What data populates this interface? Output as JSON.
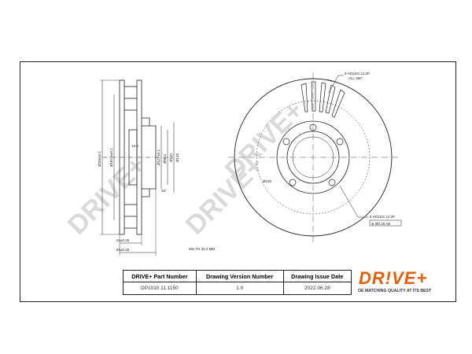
{
  "watermark": "DRIVE+",
  "side_view": {
    "dim_outer_dia": "Ø256±0.1",
    "dim_vent": "Ø187.5±0.1",
    "dim_hub_1": "Ø127±0.1",
    "dim_hub_2": "Ø96.1",
    "dim_hub_3": "Ø110",
    "dim_hub_4": "Ø139",
    "dim_small": "13.8",
    "dim_angle": "45°",
    "dim_thickness_1": "24±0.25",
    "dim_thickness_2": "63±0.25",
    "min_thickness": "Min TH 22.2 MM"
  },
  "front_view": {
    "holes_note": "8 HOLES 12.2P",
    "holes_sub": "ALL 360°",
    "center_label": "Ø100",
    "bolt_note": "5 HOLES 12.2P",
    "tolerance_box": "⊕ Ø0.25 AB"
  },
  "table": {
    "headers": [
      "DRIVE+ Part Number",
      "Drawing Version Number",
      "Drawing Issue Date"
    ],
    "values": [
      "DP1010.11.1150",
      "1.0",
      "2022.06.28"
    ]
  },
  "logo": {
    "brand": "DR!VE+",
    "tagline": "OE MATCHING QUALITY AT ITS BEST"
  },
  "colors": {
    "brand": "#e85d0c",
    "line": "#222222",
    "watermark": "#d9d9d9"
  }
}
